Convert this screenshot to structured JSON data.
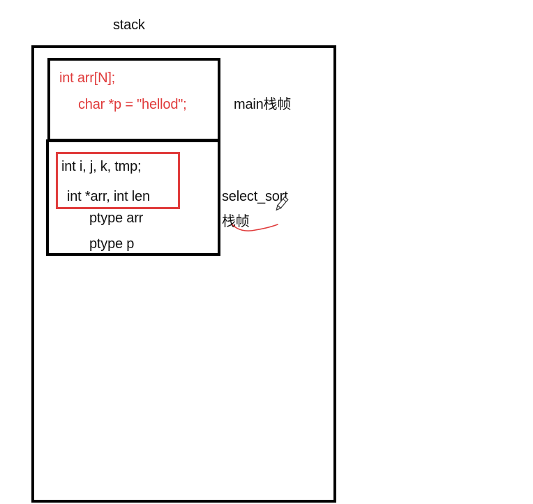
{
  "title": "stack",
  "colors": {
    "border": "#000000",
    "highlight": "#e03c3c",
    "text": "#111111"
  },
  "main_frame": {
    "line1": "int arr[N];",
    "line2": "char *p = \"hellod\";",
    "label": "main栈帧"
  },
  "sort_frame": {
    "locals": "int i, j, k, tmp;",
    "params": "int *arr, int len",
    "ptype_arr": "ptype arr",
    "ptype_p": "ptype p",
    "label_line1": "select_sort",
    "label_line2": "栈帧"
  },
  "annotation_icon": "pencil-icon"
}
